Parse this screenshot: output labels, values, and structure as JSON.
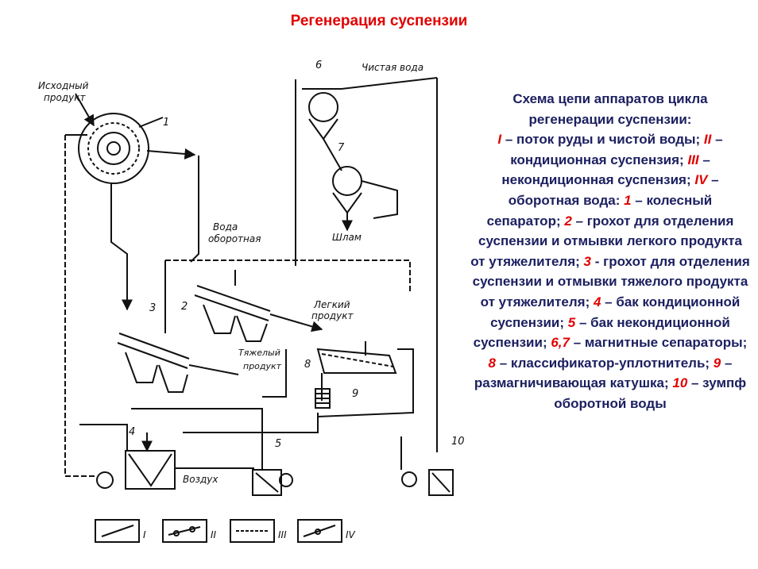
{
  "title": "Регенерация суспензии",
  "legend": {
    "heading": "Схема цепи аппаратов цикла регенерации суспензии:",
    "items": [
      {
        "key": "I",
        "text": " – поток руды и чистой воды; "
      },
      {
        "key": "II",
        "text": " – кондиционная суспензия; "
      },
      {
        "key": "III",
        "text": " – некондиционная суспензия; "
      },
      {
        "key": "IV",
        "text": " – оборотная вода: "
      },
      {
        "key": "1",
        "text": " – колесный сепаратор; "
      },
      {
        "key": "2",
        "text": " – грохот для отделения суспензии и отмывки легкого продукта от утяжелителя; "
      },
      {
        "key": "3",
        "text": " - грохот для отделения суспензии и отмывки тяжелого продукта от утяжелителя; "
      },
      {
        "key": "4",
        "text": " – бак кондиционной суспензии; "
      },
      {
        "key": "5",
        "text": " – бак некондиционной суспензии; "
      },
      {
        "key": "6,7",
        "text": " – магнитные сепараторы; "
      },
      {
        "key": "8",
        "text": " – классификатор-уплотнитель; "
      },
      {
        "key": "9",
        "text": " – размагничивающая катушка; "
      },
      {
        "key": "10",
        "text": " – зумпф оборотной воды"
      }
    ]
  },
  "diagram": {
    "labels": {
      "feed_line1": "Исходный",
      "feed_line2": "продукт",
      "clean_water": "Чистая вода",
      "return_water_line1": "Вода",
      "return_water_line2": "оборотная",
      "light_product_line1": "Легкий",
      "light_product_line2": "продукт",
      "heavy_product_line1": "Тяжелый",
      "heavy_product_line2": "продукт",
      "sludge": "Шлам",
      "air": "Воздух"
    },
    "numbers": {
      "n1": "1",
      "n2": "2",
      "n3": "3",
      "n4": "4",
      "n5": "5",
      "n6": "6",
      "n7": "7",
      "n8": "8",
      "n9": "9",
      "n10": "10"
    },
    "line_key": [
      {
        "label": "I"
      },
      {
        "label": "II"
      },
      {
        "label": "III"
      },
      {
        "label": "IV"
      }
    ]
  }
}
